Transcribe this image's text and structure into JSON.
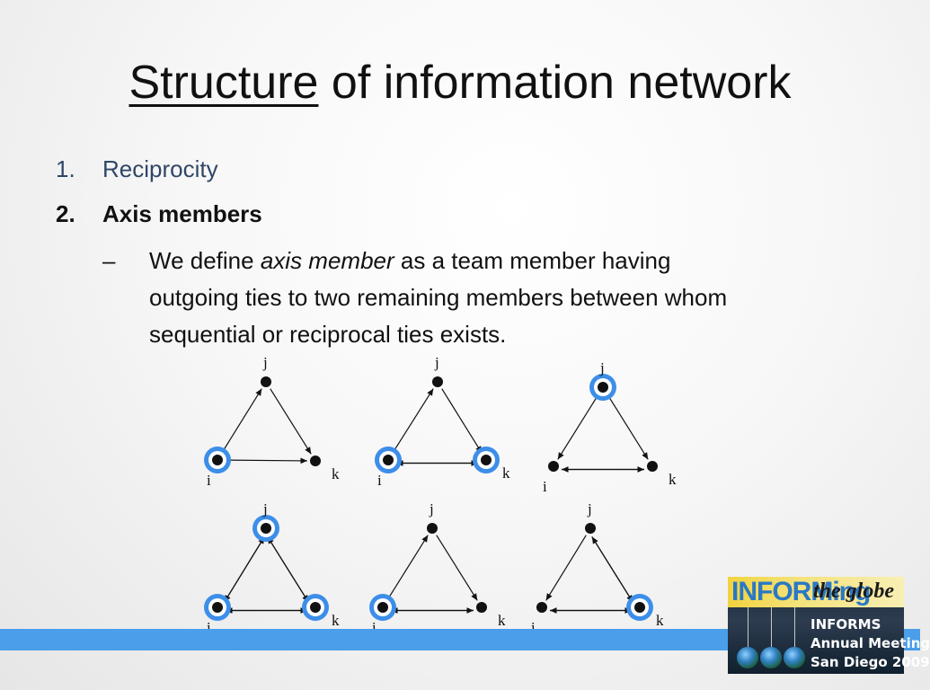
{
  "slide": {
    "title_underlined": "Structure",
    "title_rest": " of information network",
    "list": [
      {
        "num": "1.",
        "text": "Reciprocity"
      },
      {
        "num": "2.",
        "text": "Axis members"
      }
    ],
    "sub_bullet": {
      "dash": "–",
      "pre": "We define ",
      "emphasis": "axis member",
      "post": " as a team member having",
      "line2": "outgoing ties to two remaining members between whom",
      "line3": "sequential or reciprocal ties exists."
    }
  },
  "diagrams": {
    "node_labels": {
      "i": "i",
      "j": "j",
      "k": "k"
    },
    "highlight_color": "#3d8ee8",
    "items": [
      {
        "edges": [
          [
            "i",
            "j"
          ],
          [
            "j",
            "k"
          ],
          [
            "i",
            "k"
          ]
        ],
        "highlight": [
          "i"
        ]
      },
      {
        "edges": [
          [
            "i",
            "j"
          ],
          [
            "j",
            "k"
          ],
          [
            "i",
            "k"
          ],
          [
            "k",
            "i"
          ]
        ],
        "highlight": [
          "i",
          "k"
        ]
      },
      {
        "edges": [
          [
            "j",
            "i"
          ],
          [
            "j",
            "k"
          ],
          [
            "i",
            "k"
          ],
          [
            "k",
            "i"
          ]
        ],
        "highlight": [
          "j"
        ]
      },
      {
        "edges": [
          [
            "i",
            "j"
          ],
          [
            "j",
            "i"
          ],
          [
            "j",
            "k"
          ],
          [
            "k",
            "j"
          ],
          [
            "i",
            "k"
          ],
          [
            "k",
            "i"
          ]
        ],
        "highlight": [
          "i",
          "j",
          "k"
        ]
      },
      {
        "edges": [
          [
            "i",
            "j"
          ],
          [
            "j",
            "k"
          ],
          [
            "i",
            "k"
          ],
          [
            "k",
            "i"
          ]
        ],
        "highlight": [
          "i"
        ]
      },
      {
        "edges": [
          [
            "j",
            "i"
          ],
          [
            "j",
            "k"
          ],
          [
            "k",
            "j"
          ],
          [
            "i",
            "k"
          ],
          [
            "k",
            "i"
          ]
        ],
        "highlight": [
          "k"
        ]
      }
    ]
  },
  "footer": {
    "bar_color": "#4a9eea"
  },
  "logo": {
    "word1": "INFORMing",
    "word2": "the globe",
    "line1": "INFORMS",
    "line2": "Annual Meeting",
    "line3": "San Diego 2009"
  }
}
